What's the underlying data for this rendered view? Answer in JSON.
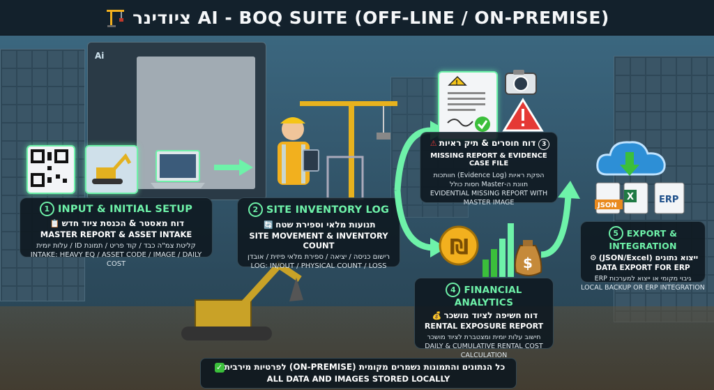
{
  "title": "ציודינר AI - BOQ SUITE (OFF-LINE / ON-PREMISE)",
  "icons": {
    "title": "construction-crane-icon",
    "step1": [
      "qr-code-icon",
      "excavator-photo-icon",
      "laptop-icon"
    ],
    "step2": [
      "worker-with-tablet-icon",
      "tower-crane-icon"
    ],
    "step3": [
      "document-warning-icon",
      "camera-icon",
      "warning-triangle-icon"
    ],
    "step4": [
      "coin-icon",
      "bar-chart-icon",
      "money-bag-icon"
    ],
    "step5": [
      "cloud-download-icon",
      "json-file-icon",
      "excel-file-icon",
      "erp-file-icon"
    ]
  },
  "colors": {
    "accent": "#6ef2a9",
    "panel": "#0e1820",
    "warning": "#e53935"
  },
  "steps": {
    "s1": {
      "number": "1",
      "title": "INPUT & INITIAL SETUP",
      "he": "דוח מאסטר & הכנסת ציוד חדש",
      "en": "MASTER REPORT & ASSET INTAKE",
      "sub_he": "קליטת צמ\"ה כבד / קוד פריט / תמונת ID / עלות יומית",
      "sub_en": "INTAKE: HEAVY EQ / ASSET CODE / IMAGE / DAILY COST"
    },
    "s2": {
      "number": "2",
      "title": "SITE INVENTORY LOG",
      "he": "תנועות מלאי וספירת שטח",
      "en": "SITE MOVEMENT & INVENTORY COUNT",
      "sub_he": "רישום כניסה / יציאה / ספירת מלאי פיזית / אובדן",
      "sub_en": "LOG: IN/OUT / PHYSICAL COUNT / LOSS"
    },
    "s3": {
      "number": "3",
      "he": "דוח חוסרים & תיק ראיות",
      "en": "MISSING REPORT & EVIDENCE CASE FILE",
      "sub_he": "הפקת ראיות (Evidence Log) חוותכות תוונת ה-Master חסות כולל",
      "sub_en": "EVIDENTIAL MISSING REPORT WITH MASTER IMAGE"
    },
    "s4": {
      "number": "4",
      "title": "FINANCIAL ANALYTICS",
      "he": "דוח חשיפה לציוד מושכר",
      "en": "RENTAL EXPOSURE REPORT",
      "sub_he": "חישוב עלות יומית ומצטברת לציוד מושכר",
      "sub_en": "DAILY & CUMULATIVE RENTAL COST CALCULATION"
    },
    "s5": {
      "number": "5",
      "title": "EXPORT & INTEGRATION",
      "he": "ייצוא נתונים (JSON/Excel)",
      "en": "DATA EXPORT FOR ERP",
      "sub_he": "גיבוי מקומי או ייצוא למערכות ERP",
      "sub_en": "LOCAL BACKUP OR ERP INTEGRATION"
    }
  },
  "file_labels": {
    "json": "JSON",
    "excel": "X",
    "erp": "ERP"
  },
  "screen_label": "Ai",
  "footer": {
    "he": "כל הנתונים והתמונות נשמרים מקומית (ON-PREMISE) לפרטיות מירבית",
    "en": "ALL DATA AND IMAGES STORED LOCALLY"
  }
}
